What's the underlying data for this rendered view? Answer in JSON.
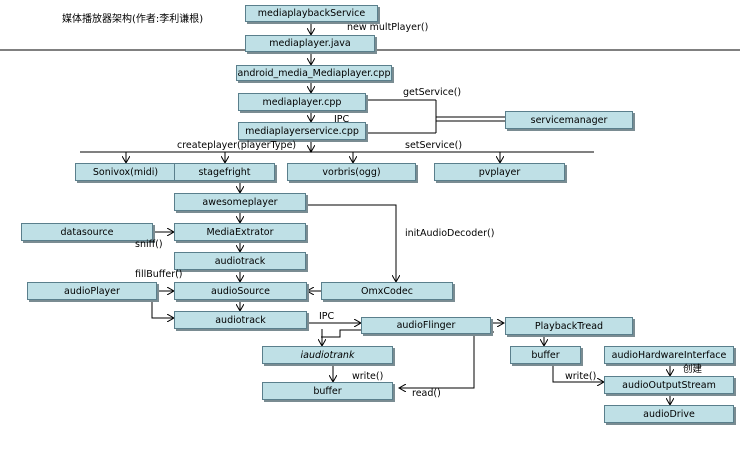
{
  "title": "媒体播放器架构(作者:李利谦根)",
  "boxes": {
    "mediaplaybackservice": "mediaplaybackService",
    "mediaplayer_java": "mediaplayer.java",
    "android_media_mediaplayer_cpp": "android_media_Mediaplayer.cpp",
    "mediaplayer_cpp": "mediaplayer.cpp",
    "mediaplayerservice_cpp": "mediaplayerservice.cpp",
    "servicemanager": "servicemanager",
    "sonivox": "Sonivox(midi)",
    "stagefright": "stagefright",
    "vorbris": "vorbris(ogg)",
    "pvplayer": "pvplayer",
    "awesomeplayer": "awesomeplayer",
    "datasource": "datasource",
    "mediaextrator": "MediaExtrator",
    "audiotrack_1": "audiotrack",
    "audioplayer": "audioPlayer",
    "audiosource": "audioSource",
    "omxcodec": "OmxCodec",
    "audiotrack_2": "audiotrack",
    "audioflinger": "audioFlinger",
    "playbacktread": "PlaybackTread",
    "iaudiotrank": "iaudiotrank",
    "buffer_left": "buffer",
    "buffer_right": "buffer",
    "audiohardwareinterface": "audioHardwareInterface",
    "audiooutputstream": "audioOutputStream",
    "audiodrive": "audioDrive"
  },
  "labels": {
    "new_multplayer": "new multPlayer()",
    "getservice": "getService()",
    "ipc_top": "IPC",
    "createplayer": "createplayer(playerType)",
    "setservice": "setService()",
    "initaudiodecoder": "initAudioDecoder()",
    "sniff": "sniff()",
    "fillbuffer": "fillBuffer()",
    "ipc_bottom": "IPC",
    "write_left": "write()",
    "read": "read()",
    "write_right": "write()",
    "chuangjian": "创建"
  }
}
